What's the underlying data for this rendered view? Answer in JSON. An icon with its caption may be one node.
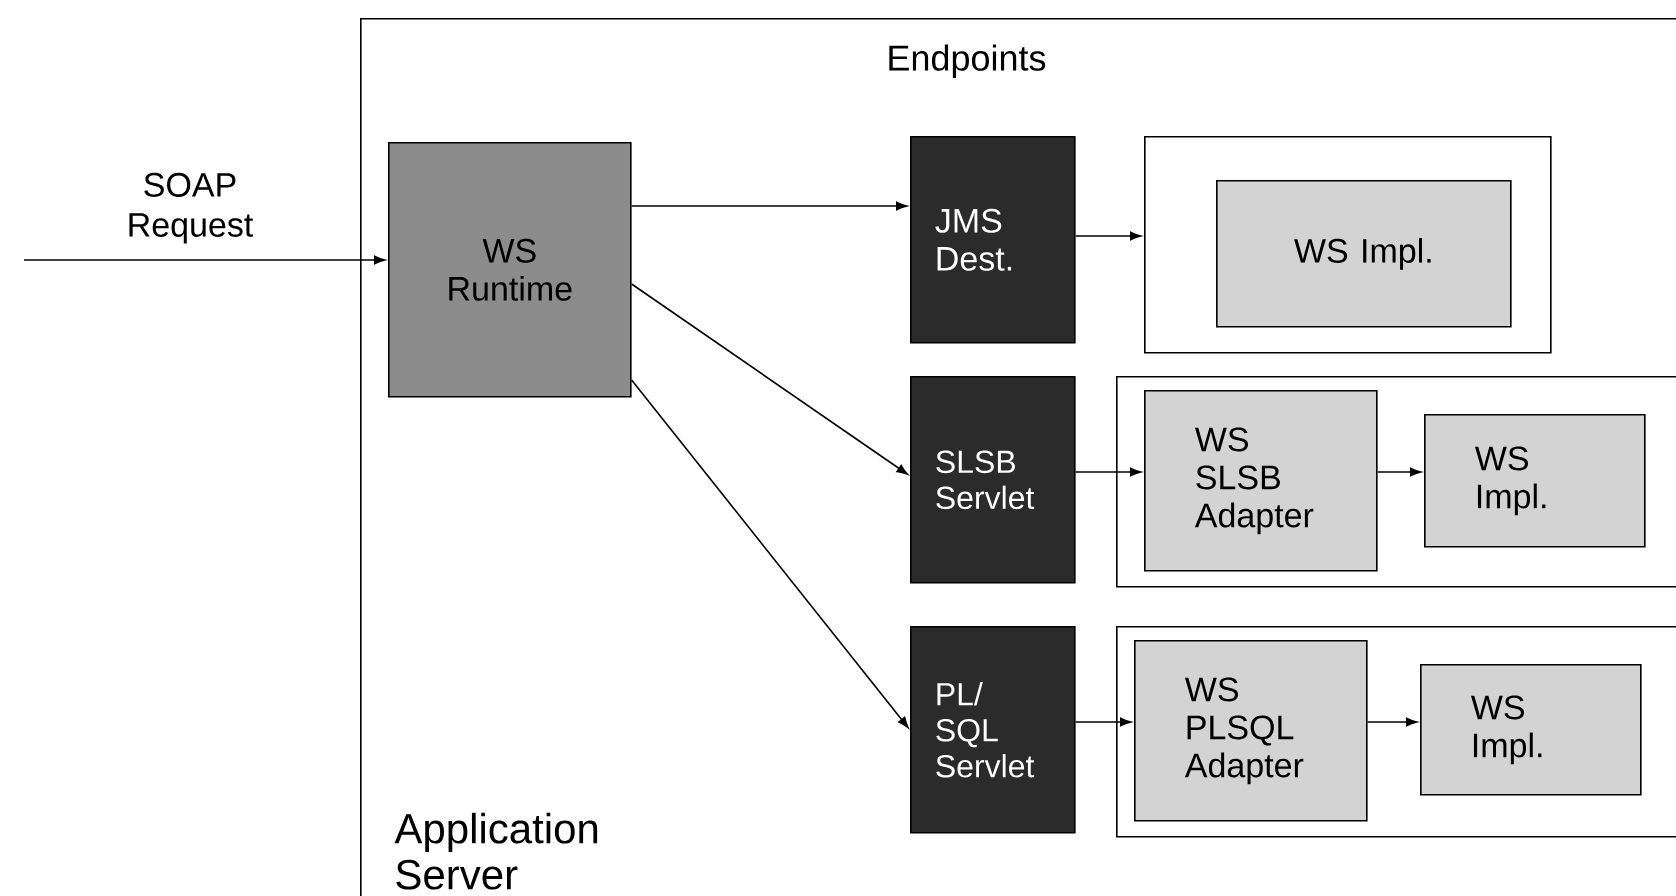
{
  "diagram": {
    "nodes": [
      {
        "text": [
          "Application Server"
        ]
      },
      {
        "text": [
          "WS Runtime"
        ],
        "in": 0
      },
      {
        "text": [
          "JMS Dest."
        ],
        "in": 0
      },
      {
        "text": [],
        "shape": "box",
        "in": 0
      },
      {
        "text": [
          "WS Impl."
        ],
        "in": 3
      },
      {
        "text": [
          "SLSB Servlet"
        ],
        "in": 0
      },
      {
        "text": [],
        "shape": "box",
        "in": 0
      },
      {
        "text": [
          "WS SLSB Adapter"
        ],
        "in": 6
      },
      {
        "text": [
          "WS Impl."
        ],
        "in": 6
      },
      {
        "text": [
          "PL/ SQL Servlet"
        ],
        "in": 0
      },
      {
        "text": [],
        "shape": "box",
        "in": 0
      },
      {
        "text": [
          "WS PLSQL Adapter"
        ],
        "in": 10
      },
      {
        "text": [
          "WS Impl."
        ],
        "in": 10
      }
    ],
    "edges": [
      {
        "from": null,
        "to": 1,
        "arrow": "to",
        "label": "SOAP Request"
      },
      {
        "from": 1,
        "to": 2,
        "arrow": "to"
      },
      {
        "from": 1,
        "to": 5,
        "arrow": "to"
      },
      {
        "from": 1,
        "to": 9,
        "arrow": "to"
      },
      {
        "from": 2,
        "to": 3,
        "arrow": "to"
      },
      {
        "from": 5,
        "to": 7,
        "arrow": "to"
      },
      {
        "from": 7,
        "to": 8,
        "arrow": "to"
      },
      {
        "from": 9,
        "to": 11,
        "arrow": "to"
      },
      {
        "from": 11,
        "to": 12,
        "arrow": "to"
      }
    ],
    "labels": [
      "Endpoints"
    ]
  }
}
